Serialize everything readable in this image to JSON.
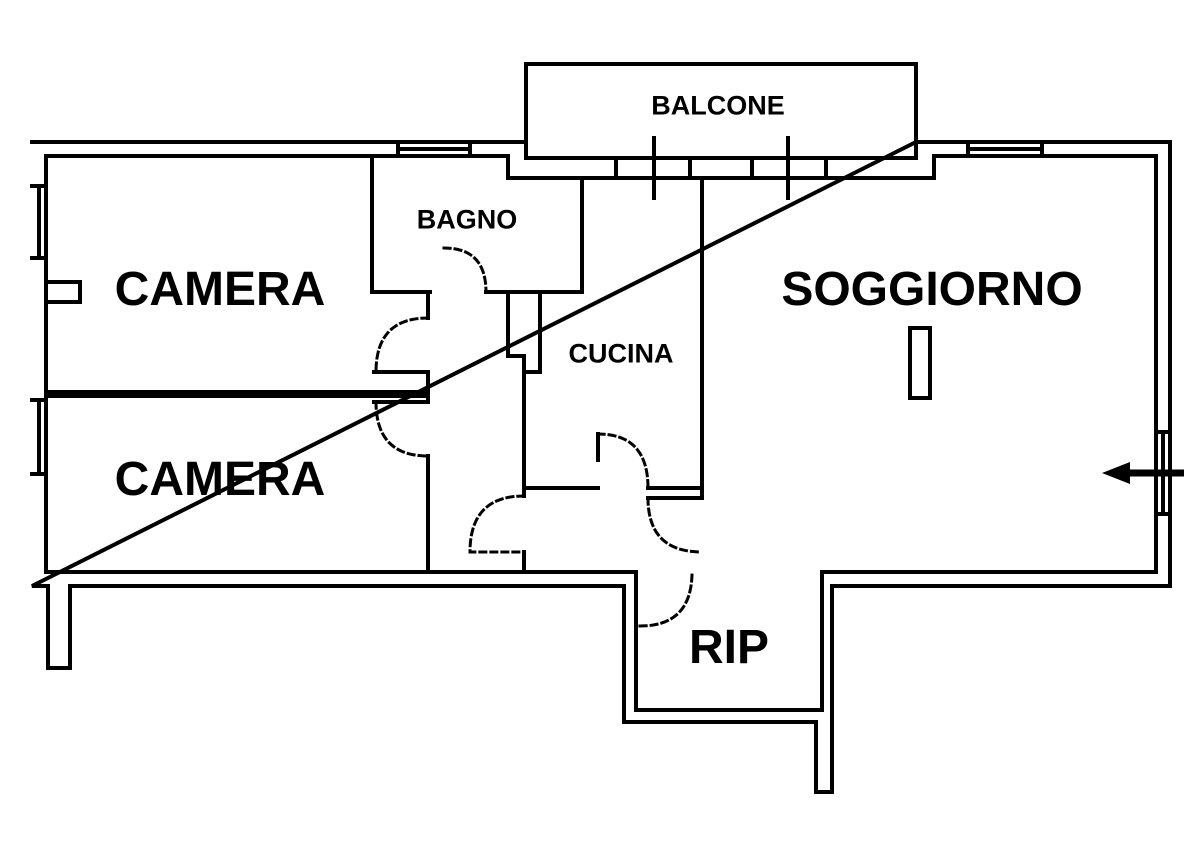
{
  "floor_plan": {
    "rooms": {
      "balcone": "BALCONE",
      "bagno": "BAGNO",
      "camera_top": "CAMERA",
      "camera_bottom": "CAMERA",
      "cucina": "CUCINA",
      "soggiorno": "SOGGIORNO",
      "rip": "RIP"
    },
    "icons": {
      "entrance": "entrance-arrow-icon"
    },
    "colors": {
      "wall": "#000000",
      "background": "#ffffff"
    }
  }
}
